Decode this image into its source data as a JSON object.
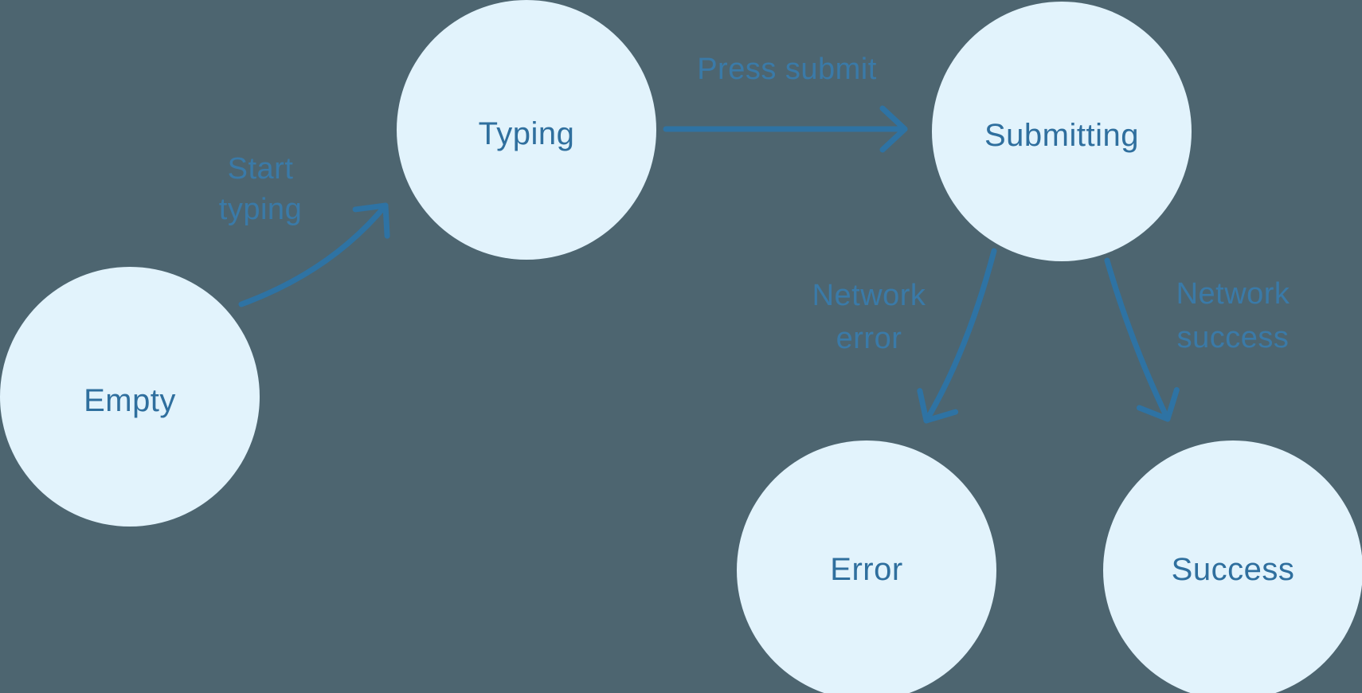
{
  "diagram": {
    "kind": "state-machine",
    "states": [
      {
        "id": "empty",
        "label": "Empty"
      },
      {
        "id": "typing",
        "label": "Typing"
      },
      {
        "id": "submitting",
        "label": "Submitting"
      },
      {
        "id": "error",
        "label": "Error"
      },
      {
        "id": "success",
        "label": "Success"
      }
    ],
    "transitions": [
      {
        "from": "empty",
        "to": "typing",
        "label_lines": [
          "Start",
          "typing"
        ]
      },
      {
        "from": "typing",
        "to": "submitting",
        "label_lines": [
          "Press submit"
        ]
      },
      {
        "from": "submitting",
        "to": "error",
        "label_lines": [
          "Network",
          "error"
        ]
      },
      {
        "from": "submitting",
        "to": "success",
        "label_lines": [
          "Network",
          "success"
        ]
      }
    ],
    "colors": {
      "background": "#4D6570",
      "node_fill": "#E2F3FC",
      "node_text": "#2F6F9E",
      "arrow": "#2E73A4",
      "edge_label_text": "#3A7AA8"
    }
  }
}
